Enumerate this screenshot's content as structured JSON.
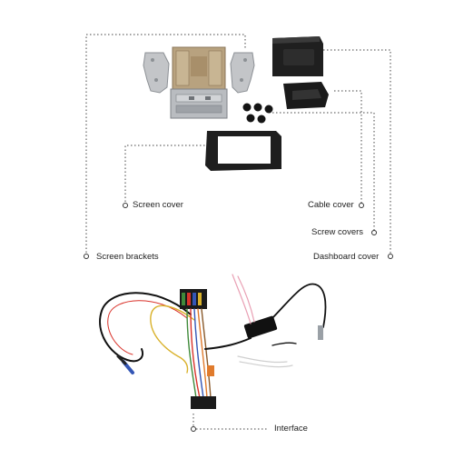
{
  "labels": {
    "screen_cover": "Screen cover",
    "cable_cover": "Cable cover",
    "screw_covers": "Screw covers",
    "screen_brackets": "Screen brackets",
    "dashboard_cover": "Dashboard cover",
    "interface": "Interface"
  },
  "colors": {
    "metal": "#b9bcc0",
    "metal_dark": "#8c9095",
    "bracket_tan": "#b8a27f",
    "black_part": "#1e1e1e",
    "leader_line": "#444444",
    "wire_red": "#d9332b",
    "wire_pink": "#e9a0b4",
    "wire_white": "#d8d8d8",
    "wire_black": "#111111",
    "wire_yellow": "#d9b12a",
    "wire_green": "#3f8a3a",
    "wire_blue": "#3456b5",
    "wire_orange": "#e07b2d",
    "wire_brown": "#8a5a2b"
  }
}
